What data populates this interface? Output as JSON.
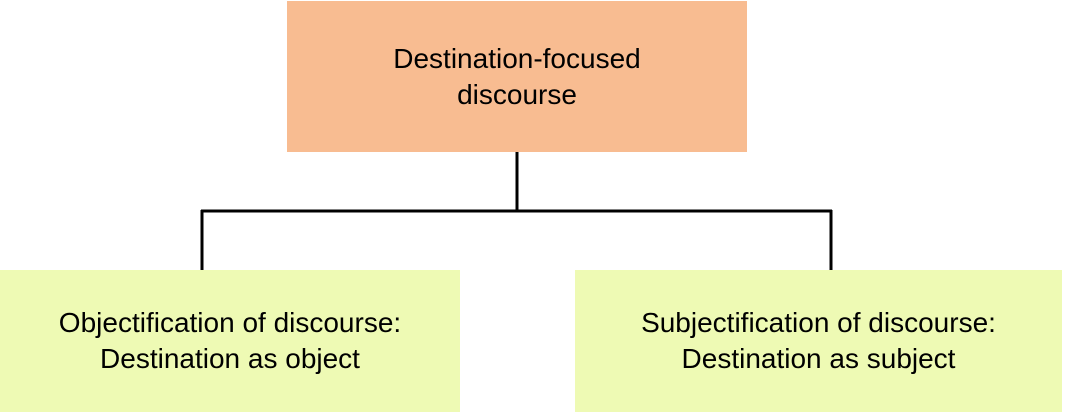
{
  "colors": {
    "root_fill": "#F8BC91",
    "child_fill": "#EEFAB4",
    "connector": "#000000"
  },
  "root": {
    "line1": "Destination-focused",
    "line2": "discourse"
  },
  "children": [
    {
      "line1": "Objectification of discourse:",
      "line2": "Destination as object"
    },
    {
      "line1": "Subjectification of discourse:",
      "line2": "Destination as subject"
    }
  ]
}
